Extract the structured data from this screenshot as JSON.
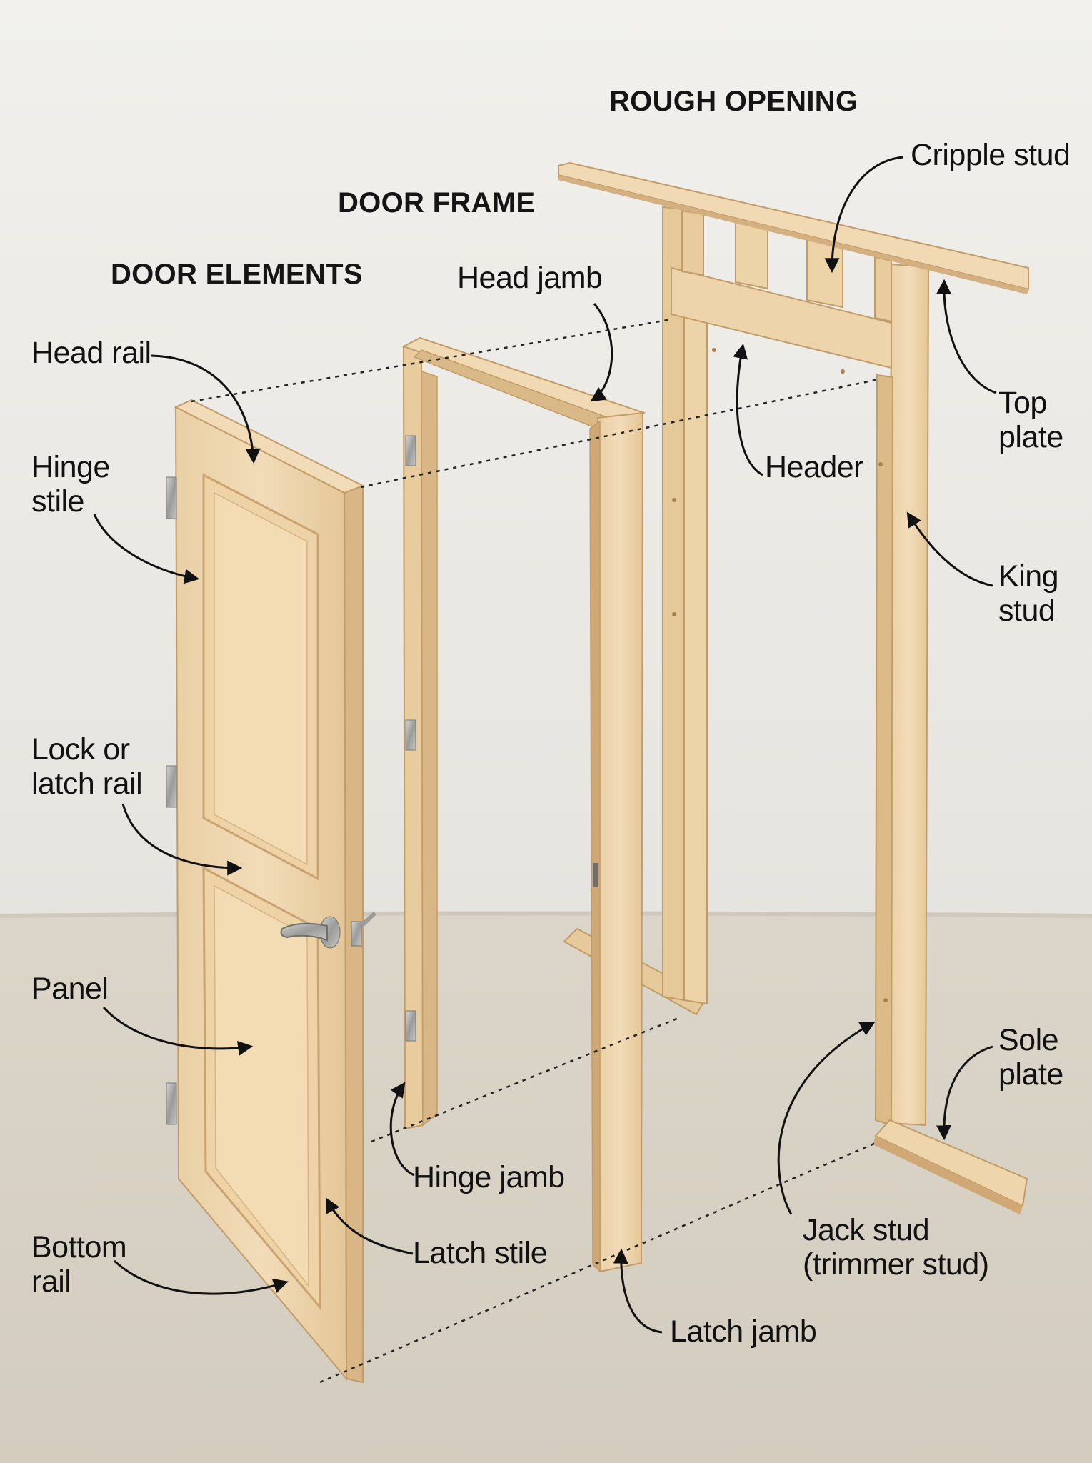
{
  "sections": {
    "door_elements": "DOOR ELEMENTS",
    "door_frame": "DOOR FRAME",
    "rough_opening": "ROUGH OPENING"
  },
  "labels": {
    "head_rail": "Head rail",
    "hinge_stile": [
      "Hinge",
      "stile"
    ],
    "lock_rail": [
      "Lock or",
      "latch rail"
    ],
    "panel": "Panel",
    "bottom_rail": [
      "Bottom",
      "rail"
    ],
    "head_jamb": "Head jamb",
    "hinge_jamb": "Hinge jamb",
    "latch_stile": "Latch stile",
    "latch_jamb": "Latch jamb",
    "cripple_stud": "Cripple stud",
    "top_plate": [
      "Top",
      "plate"
    ],
    "header": "Header",
    "king_stud": [
      "King",
      "stud"
    ],
    "sole_plate": [
      "Sole",
      "plate"
    ],
    "jack_stud": [
      "Jack stud",
      "(trimmer stud)"
    ]
  },
  "colors": {
    "background_wall": "#ebeae6",
    "floor": "#d9d3c7",
    "wood_light": "#f0d9b3",
    "wood_mid": "#e3c394",
    "wood_dark": "#c9a472",
    "hardware": "#9a9a98",
    "text": "#111111"
  }
}
